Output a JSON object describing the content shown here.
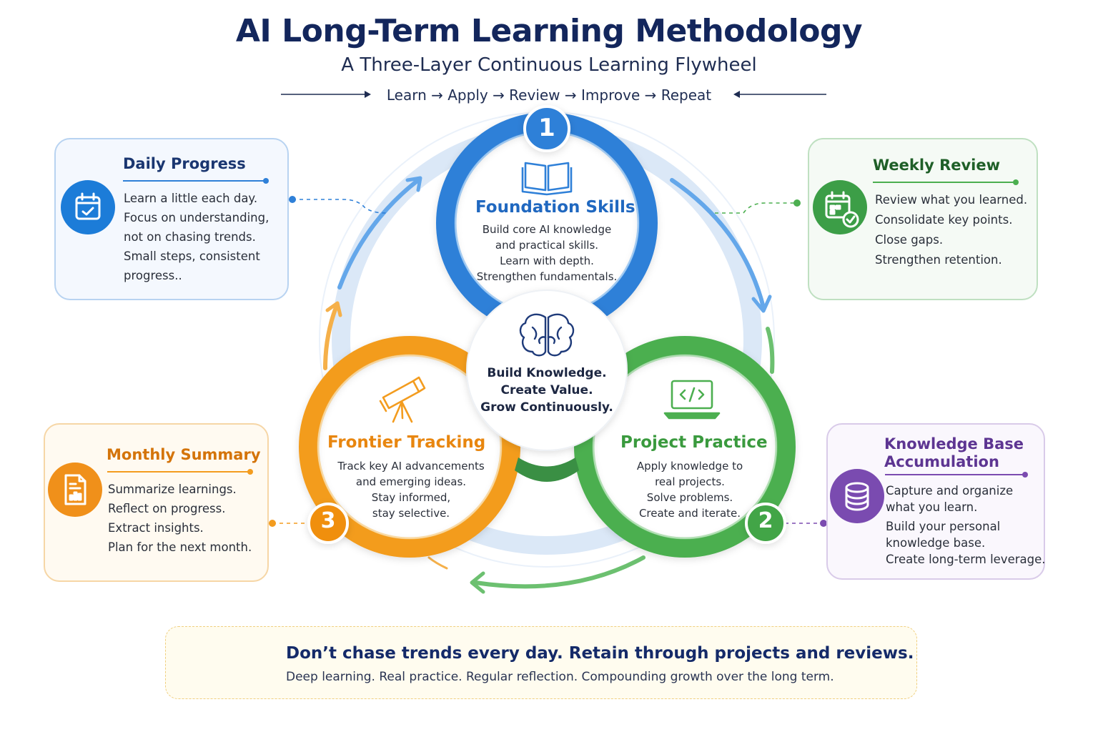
{
  "header": {
    "title": "AI Long-Term Learning Methodology",
    "subtitle": "A Three-Layer Continuous Learning Flywheel",
    "cycle": "Learn → Apply → Review → Improve → Repeat"
  },
  "colors": {
    "blue": "#2f80d8",
    "green": "#4caf50",
    "orange": "#f39c1f",
    "purple": "#7b4bb0",
    "navy": "#13265c"
  },
  "layers": [
    {
      "number": "1",
      "title": "Foundation Skills",
      "icon": "open-book-icon",
      "lines": [
        "Build core AI knowledge",
        "and practical skills.",
        "Learn with depth.",
        "Strengthen fundamentals."
      ]
    },
    {
      "number": "2",
      "title": "Project Practice",
      "icon": "laptop-code-icon",
      "lines": [
        "Apply knowledge to",
        "real projects.",
        "Solve problems.",
        "Create and iterate."
      ]
    },
    {
      "number": "3",
      "title": "Frontier Tracking",
      "icon": "telescope-icon",
      "lines": [
        "Track key AI advancements",
        "and emerging ideas.",
        "Stay informed,",
        "stay selective."
      ]
    }
  ],
  "center": {
    "icon": "brain-icon",
    "lines": [
      "Build Knowledge.",
      "Create Value.",
      "Grow Continuously."
    ]
  },
  "cards": {
    "daily": {
      "title": "Daily Progress",
      "icon": "calendar-check-icon",
      "lines": [
        "Learn a little each day.",
        "Focus on understanding,",
        "not on chasing trends.",
        "Small steps, consistent",
        "progress.."
      ]
    },
    "weekly": {
      "title": "Weekly Review",
      "icon": "calendar-grid-check-icon",
      "lines": [
        "Review what you learned.",
        "Consolidate key points.",
        "Close gaps.",
        "Strengthen retention."
      ]
    },
    "monthly": {
      "title": "Monthly Summary",
      "icon": "report-document-icon",
      "lines": [
        "Summarize learnings.",
        "Reflect on progress.",
        "Extract insights.",
        "Plan for the next month."
      ]
    },
    "knowledge": {
      "title_1": "Knowledge Base",
      "title_2": "Accumulation",
      "icon": "database-icon",
      "lines": [
        "Capture and organize",
        "what you learn.",
        "Build your personal",
        "knowledge base.",
        "Create long-term leverage."
      ]
    }
  },
  "banner": {
    "icon_left": "target-arrow-icon",
    "icon_right": "growth-chart-icon",
    "headline": "Don’t chase trends every day. Retain through projects and reviews.",
    "subline": "Deep learning. Real practice. Regular reflection. Compounding growth over the long term."
  }
}
